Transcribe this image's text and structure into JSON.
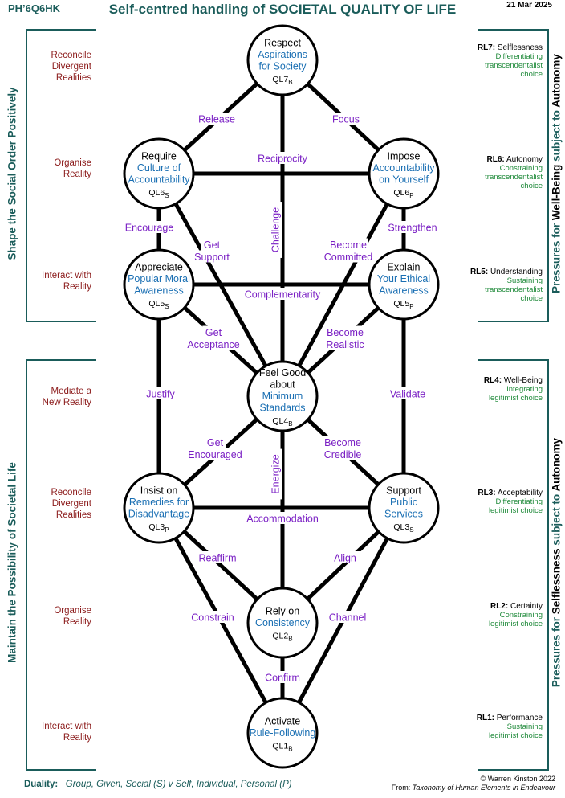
{
  "header": {
    "code": "PH’6Q6HK",
    "title": "Self-centred handling of SOCIETAL QUALITY OF LIFE",
    "date": "21 Mar 2025"
  },
  "left": {
    "upper_bracket": "Shape the Social Order Positively",
    "lower_bracket": "Maintain the Possibility of Societal Life",
    "labels": [
      [
        "Reconcile",
        "Divergent",
        "Realities"
      ],
      [
        "Organise",
        "Reality"
      ],
      [
        "Interact with",
        "Reality"
      ],
      [
        "Mediate a",
        "New Reality"
      ],
      [
        "Reconcile",
        "Divergent",
        "Realities"
      ],
      [
        "Organise",
        "Reality"
      ],
      [
        "Interact with",
        "Reality"
      ]
    ]
  },
  "right": {
    "upper_bracket": {
      "prefix": "Pressures for",
      "term": "Well-Being",
      "mid": "subject to",
      "term2": "Autonomy"
    },
    "lower_bracket": {
      "prefix": "Pressures for",
      "term": "Selflessness",
      "mid": "subject to",
      "term2": "Autonomy"
    },
    "levels": [
      {
        "code": "RL7:",
        "name": "Selflessness",
        "sub": [
          "Differentiating",
          "transcendentalist",
          "choice"
        ]
      },
      {
        "code": "RL6:",
        "name": "Autonomy",
        "sub": [
          "Constraining",
          "transcendentalist",
          "choice"
        ]
      },
      {
        "code": "RL5:",
        "name": "Understanding",
        "sub": [
          "Sustaining",
          "transcendentalist",
          "choice"
        ]
      },
      {
        "code": "RL4:",
        "name": "Well-Being",
        "sub": [
          "Integrating",
          "legitimist choice"
        ]
      },
      {
        "code": "RL3:",
        "name": "Acceptability",
        "sub": [
          "Differentiating",
          "legitimist choice"
        ]
      },
      {
        "code": "RL2:",
        "name": "Certainty",
        "sub": [
          "Constraining",
          "legitimist choice"
        ]
      },
      {
        "code": "RL1:",
        "name": "Performance",
        "sub": [
          "Sustaining",
          "legitimist choice"
        ]
      }
    ]
  },
  "nodes": [
    {
      "id": "ql7",
      "head": [
        "Respect"
      ],
      "sub": [
        "Aspirations",
        "for Society"
      ],
      "code": "QL7",
      "suffix": "B"
    },
    {
      "id": "ql6s",
      "head": [
        "Require"
      ],
      "sub": [
        "Culture of",
        "Accountability"
      ],
      "code": "QL6",
      "suffix": "S"
    },
    {
      "id": "ql6p",
      "head": [
        "Impose"
      ],
      "sub": [
        "Accountability",
        "on Yourself"
      ],
      "code": "QL6",
      "suffix": "P"
    },
    {
      "id": "ql5s",
      "head": [
        "Appreciate"
      ],
      "sub": [
        "Popular Moral",
        "Awareness"
      ],
      "code": "QL5",
      "suffix": "S"
    },
    {
      "id": "ql5p",
      "head": [
        "Explain"
      ],
      "sub": [
        "Your Ethical",
        "Awareness"
      ],
      "code": "QL5",
      "suffix": "P"
    },
    {
      "id": "ql4",
      "head": [
        "Feel Good",
        "about"
      ],
      "sub": [
        "Minimum",
        "Standards"
      ],
      "code": "QL4",
      "suffix": "B"
    },
    {
      "id": "ql3p",
      "head": [
        "Insist on"
      ],
      "sub": [
        "Remedies for",
        "Disadvantage"
      ],
      "code": "QL3",
      "suffix": "P"
    },
    {
      "id": "ql3s",
      "head": [
        "Support"
      ],
      "sub": [
        "Public",
        "Services"
      ],
      "code": "QL3",
      "suffix": "S"
    },
    {
      "id": "ql2",
      "head": [
        "Rely on"
      ],
      "sub": [
        "Consistency"
      ],
      "code": "QL2",
      "suffix": "B"
    },
    {
      "id": "ql1",
      "head": [
        "Activate"
      ],
      "sub": [
        "Rule-Following"
      ],
      "code": "QL1",
      "suffix": "B"
    }
  ],
  "paths": [
    {
      "id": "release",
      "lines": [
        "Release"
      ]
    },
    {
      "id": "focus",
      "lines": [
        "Focus"
      ]
    },
    {
      "id": "reciprocity",
      "lines": [
        "Reciprocity"
      ]
    },
    {
      "id": "challenge",
      "lines": [
        "Challenge"
      ],
      "vertical": true
    },
    {
      "id": "encourage",
      "lines": [
        "Encourage"
      ]
    },
    {
      "id": "strengthen",
      "lines": [
        "Strengthen"
      ]
    },
    {
      "id": "get-support",
      "lines": [
        "Get",
        "Support"
      ]
    },
    {
      "id": "become-committed",
      "lines": [
        "Become",
        "Committed"
      ]
    },
    {
      "id": "complementarity",
      "lines": [
        "Complementarity"
      ]
    },
    {
      "id": "get-acceptance",
      "lines": [
        "Get",
        "Acceptance"
      ]
    },
    {
      "id": "become-realistic",
      "lines": [
        "Become",
        "Realistic"
      ]
    },
    {
      "id": "justify",
      "lines": [
        "Justify"
      ]
    },
    {
      "id": "validate",
      "lines": [
        "Validate"
      ]
    },
    {
      "id": "get-encouraged",
      "lines": [
        "Get",
        "Encouraged"
      ]
    },
    {
      "id": "become-credible",
      "lines": [
        "Become",
        "Credible"
      ]
    },
    {
      "id": "energize",
      "lines": [
        "Energize"
      ],
      "vertical": true
    },
    {
      "id": "accommodation",
      "lines": [
        "Accommodation"
      ]
    },
    {
      "id": "reaffirm",
      "lines": [
        "Reaffirm"
      ]
    },
    {
      "id": "align",
      "lines": [
        "Align"
      ]
    },
    {
      "id": "constrain",
      "lines": [
        "Constrain"
      ]
    },
    {
      "id": "channel",
      "lines": [
        "Channel"
      ]
    },
    {
      "id": "confirm",
      "lines": [
        "Confirm"
      ]
    }
  ],
  "footer": {
    "duality_label": "Duality:",
    "duality_text": "Group, Given, Social (S)  v  Self, Individual, Personal (P)",
    "copyright": "© Warren Kinston  2022",
    "source_prefix": "From: ",
    "source_title": "Taxonomy of Human Elements in Endeavour"
  },
  "colors": {
    "teal": "#1a5c5a",
    "maroon": "#8b1a1a",
    "green": "#1f8a3a",
    "purple": "#7a1fc4",
    "blue": "#1a6fb3"
  }
}
